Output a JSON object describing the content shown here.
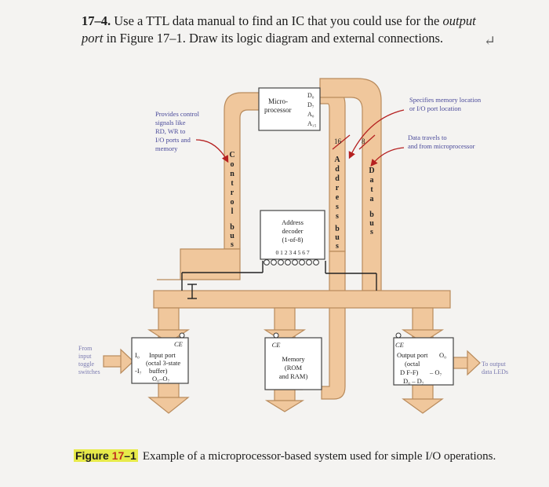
{
  "question": {
    "number": "17–4.",
    "text_a": "Use a TTL data manual to find an IC that you could use for the",
    "italic_1": "output",
    "italic_2": "port",
    "text_b": "in Figure 17–1. Draw its logic diagram and external connections."
  },
  "figure": {
    "micro": {
      "line1": "Micro-",
      "line2": "processor",
      "pins": [
        "D₀",
        "D₇",
        "A₀",
        "A₁₅"
      ]
    },
    "control_note": {
      "lines": [
        "Provides control",
        "signals like",
        "RD, WR to",
        "I/O ports and",
        "memory"
      ]
    },
    "address_note": {
      "lines": [
        "Specifies memory location",
        "or I/O port location"
      ]
    },
    "data_note": {
      "lines": [
        "Data travels to",
        "and from microprocessor"
      ]
    },
    "control_bus_letters": [
      "C",
      "o",
      "n",
      "t",
      "r",
      "o",
      "l"
    ],
    "control_bus_word2": [
      "b",
      "u",
      "s"
    ],
    "address_bus_letters": [
      "A",
      "d",
      "d",
      "r",
      "e",
      "s",
      "s"
    ],
    "address_bus_word2": [
      "b",
      "u",
      "s"
    ],
    "data_bus_letters": [
      "D",
      "a",
      "t",
      "a"
    ],
    "data_bus_word2": [
      "b",
      "u",
      "s"
    ],
    "bus_width_16": "16",
    "bus_width_8": "8",
    "decoder": {
      "lines": [
        "Address",
        "decoder",
        "(1-of-8)"
      ],
      "outputs": "0 1 2 3 4 5 6 7"
    },
    "input_source": {
      "lines": [
        "From",
        "input",
        "toggle",
        "switches"
      ]
    },
    "input_port": {
      "ce": "CE",
      "i0": "I₀",
      "i7": "-I₇",
      "lines": [
        "Input port",
        "(octal 3-state",
        "buffer)"
      ],
      "outputs": "O₀–O₇"
    },
    "memory": {
      "ce": "CE",
      "lines": [
        "Memory",
        "(ROM",
        "and RAM)"
      ]
    },
    "output_port": {
      "ce": "CE",
      "line1": "Output port",
      "o0": "O₀",
      "lines": [
        "(octal",
        "D F-F)",
        "D₀ – D₇"
      ],
      "o7": "– O₇"
    },
    "output_dest": {
      "lines": [
        "To output",
        "data LEDs"
      ]
    }
  },
  "caption": {
    "label_prefix": "Figure ",
    "label_number": "17",
    "label_suffix": "–1",
    "text": "Example of a microprocessor-based system used for simple I/O operations."
  },
  "colors": {
    "bus_fill": "#f0c79c",
    "bus_edge": "#b98b5c",
    "box_fill": "#ffffff",
    "note_text": "#4a4a9a",
    "caption_highlight": "#e7ea4a"
  }
}
